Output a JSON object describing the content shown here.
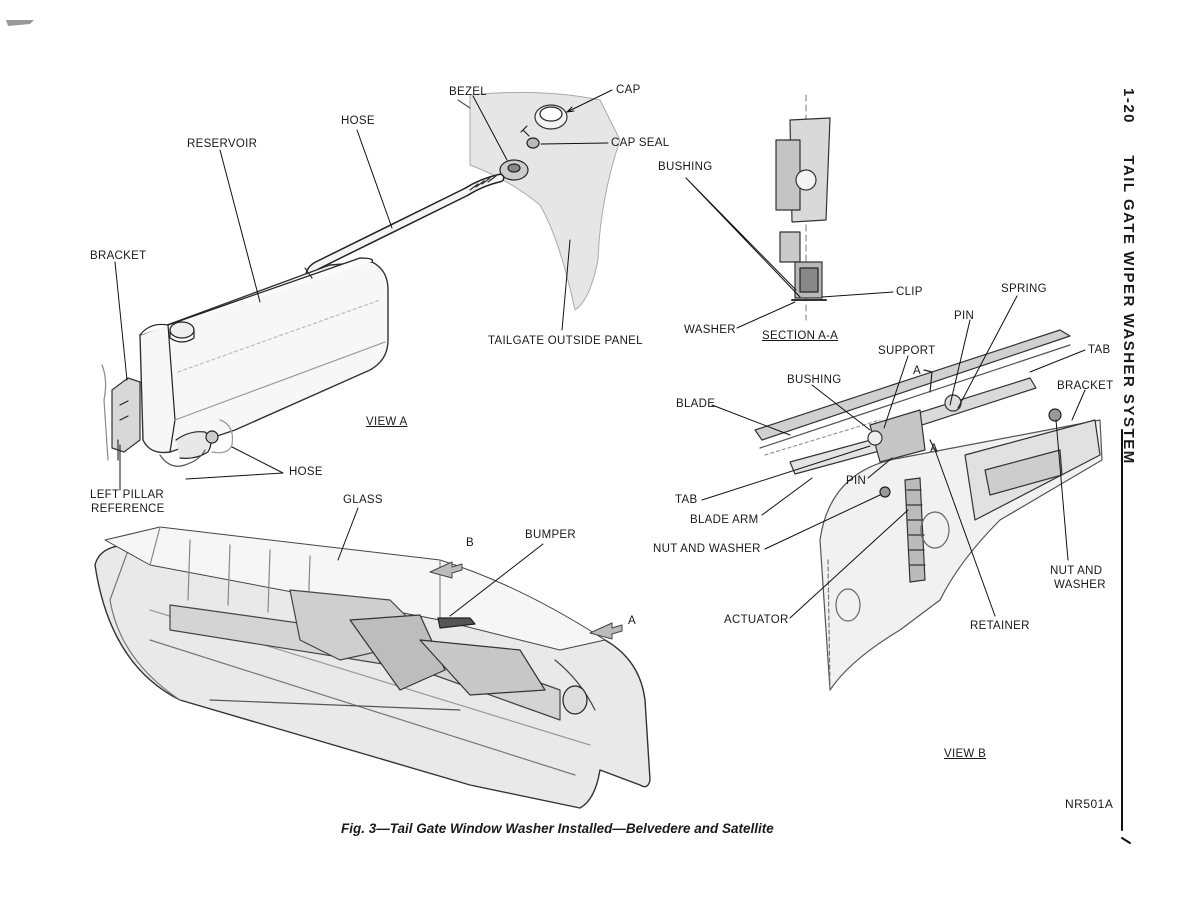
{
  "page": {
    "number": "1-20",
    "section_title": "TAIL GATE WIPER WASHER SYSTEM",
    "caption": "Fig. 3—Tail Gate Window Washer Installed—Belvedere and Satellite",
    "drawing_code": "NR501A"
  },
  "labels": {
    "bezel": "BEZEL",
    "cap": "CAP",
    "cap_seal": "CAP  SEAL",
    "hose_top": "HOSE",
    "reservoir": "RESERVOIR",
    "bracket_left": "BRACKET",
    "tailgate_outside_panel": "TAILGATE OUTSIDE PANEL",
    "view_a": "VIEW  A",
    "hose_bottom": "HOSE",
    "left_pillar": "LEFT PILLAR",
    "reference": "REFERENCE",
    "glass": "GLASS",
    "arrow_b": "B",
    "bumper": "BUMPER",
    "arrow_a": "A",
    "bushing_top": "BUSHING",
    "clip": "CLIP",
    "washer": "WASHER",
    "section_aa": "SECTION  A-A",
    "spring": "SPRING",
    "pin_top": "PIN",
    "support": "SUPPORT",
    "tab_top": "TAB",
    "a_mark_top": "A",
    "bushing_mid": "BUSHING",
    "bracket_right": "BRACKET",
    "blade": "BLADE",
    "a_mark_mid": "A",
    "pin_mid": "PIN",
    "tab_mid": "TAB",
    "blade_arm": "BLADE ARM",
    "nut_and_washer_left": "NUT  AND  WASHER",
    "nut_and": "NUT  AND",
    "washer_right": "WASHER",
    "actuator": "ACTUATOR",
    "retainer": "RETAINER",
    "view_b": "VIEW  B"
  }
}
